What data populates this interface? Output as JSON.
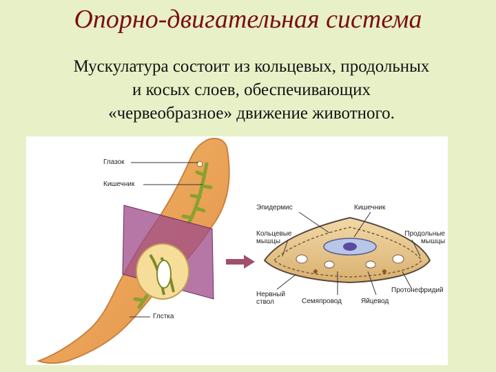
{
  "slide": {
    "title": "Опорно-двигательная система",
    "subtitle_lines": [
      "Мускулатура состоит из кольцевых, продольных",
      "и косых слоев, обеспечивающих",
      "«червеобразное» движение животного."
    ]
  },
  "figure": {
    "labels": {
      "eye": "Глазок",
      "intestine_left": "Кишечник",
      "muscle_plate": "Глстка",
      "epidermis": "Эпидермис",
      "intestine_right": "Кишечник",
      "circular_muscles": "Кольцевые мышцы",
      "longitudinal_muscles": "Продольные мышцы",
      "nerve_trunk": "Нервный ствол",
      "sperm_duct": "Семяпровод",
      "oviduct": "Яйцевод",
      "protonephridia": "Протонефридий"
    },
    "colors": {
      "worm_body": "#e8a050",
      "worm_edge": "#c98040",
      "plane": "#9d4a8a",
      "arrow": "#a0506a",
      "section_fill": "#e8c890",
      "section_edge": "#5a4a3a"
    }
  }
}
